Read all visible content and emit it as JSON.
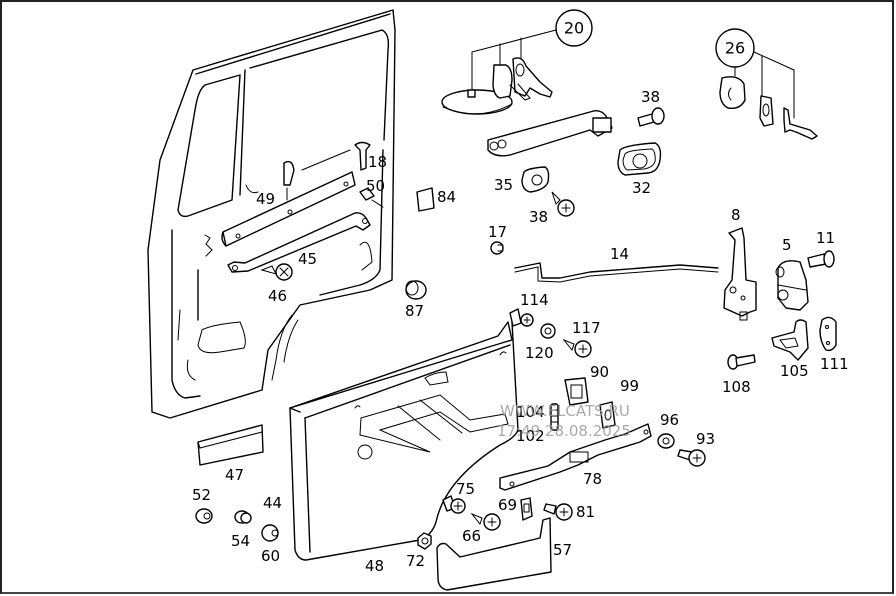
{
  "diagram": {
    "title": "Door parts exploded view",
    "callouts": [
      {
        "id": "callout-20",
        "label": "20"
      },
      {
        "id": "callout-26",
        "label": "26"
      }
    ],
    "labels": [
      {
        "id": "5",
        "text": "5"
      },
      {
        "id": "8",
        "text": "8"
      },
      {
        "id": "11",
        "text": "11"
      },
      {
        "id": "14",
        "text": "14"
      },
      {
        "id": "17",
        "text": "17"
      },
      {
        "id": "18",
        "text": "18"
      },
      {
        "id": "32",
        "text": "32"
      },
      {
        "id": "35",
        "text": "35"
      },
      {
        "id": "38a",
        "text": "38"
      },
      {
        "id": "38b",
        "text": "38"
      },
      {
        "id": "44",
        "text": "44"
      },
      {
        "id": "45",
        "text": "45"
      },
      {
        "id": "46",
        "text": "46"
      },
      {
        "id": "47",
        "text": "47"
      },
      {
        "id": "48",
        "text": "48"
      },
      {
        "id": "49",
        "text": "49"
      },
      {
        "id": "50",
        "text": "50"
      },
      {
        "id": "52",
        "text": "52"
      },
      {
        "id": "54",
        "text": "54"
      },
      {
        "id": "57",
        "text": "57"
      },
      {
        "id": "60",
        "text": "60"
      },
      {
        "id": "66",
        "text": "66"
      },
      {
        "id": "69",
        "text": "69"
      },
      {
        "id": "72",
        "text": "72"
      },
      {
        "id": "75",
        "text": "75"
      },
      {
        "id": "78",
        "text": "78"
      },
      {
        "id": "81",
        "text": "81"
      },
      {
        "id": "84",
        "text": "84"
      },
      {
        "id": "87",
        "text": "87"
      },
      {
        "id": "90",
        "text": "90"
      },
      {
        "id": "93",
        "text": "93"
      },
      {
        "id": "96",
        "text": "96"
      },
      {
        "id": "99",
        "text": "99"
      },
      {
        "id": "102",
        "text": "102"
      },
      {
        "id": "104",
        "text": "104"
      },
      {
        "id": "105",
        "text": "105"
      },
      {
        "id": "108",
        "text": "108"
      },
      {
        "id": "111",
        "text": "111"
      },
      {
        "id": "114",
        "text": "114"
      },
      {
        "id": "117",
        "text": "117"
      },
      {
        "id": "120",
        "text": "120"
      }
    ]
  },
  "watermark": {
    "line1": "WWW.ELCATS.RU",
    "line2": "17:49 28.08.2025"
  }
}
